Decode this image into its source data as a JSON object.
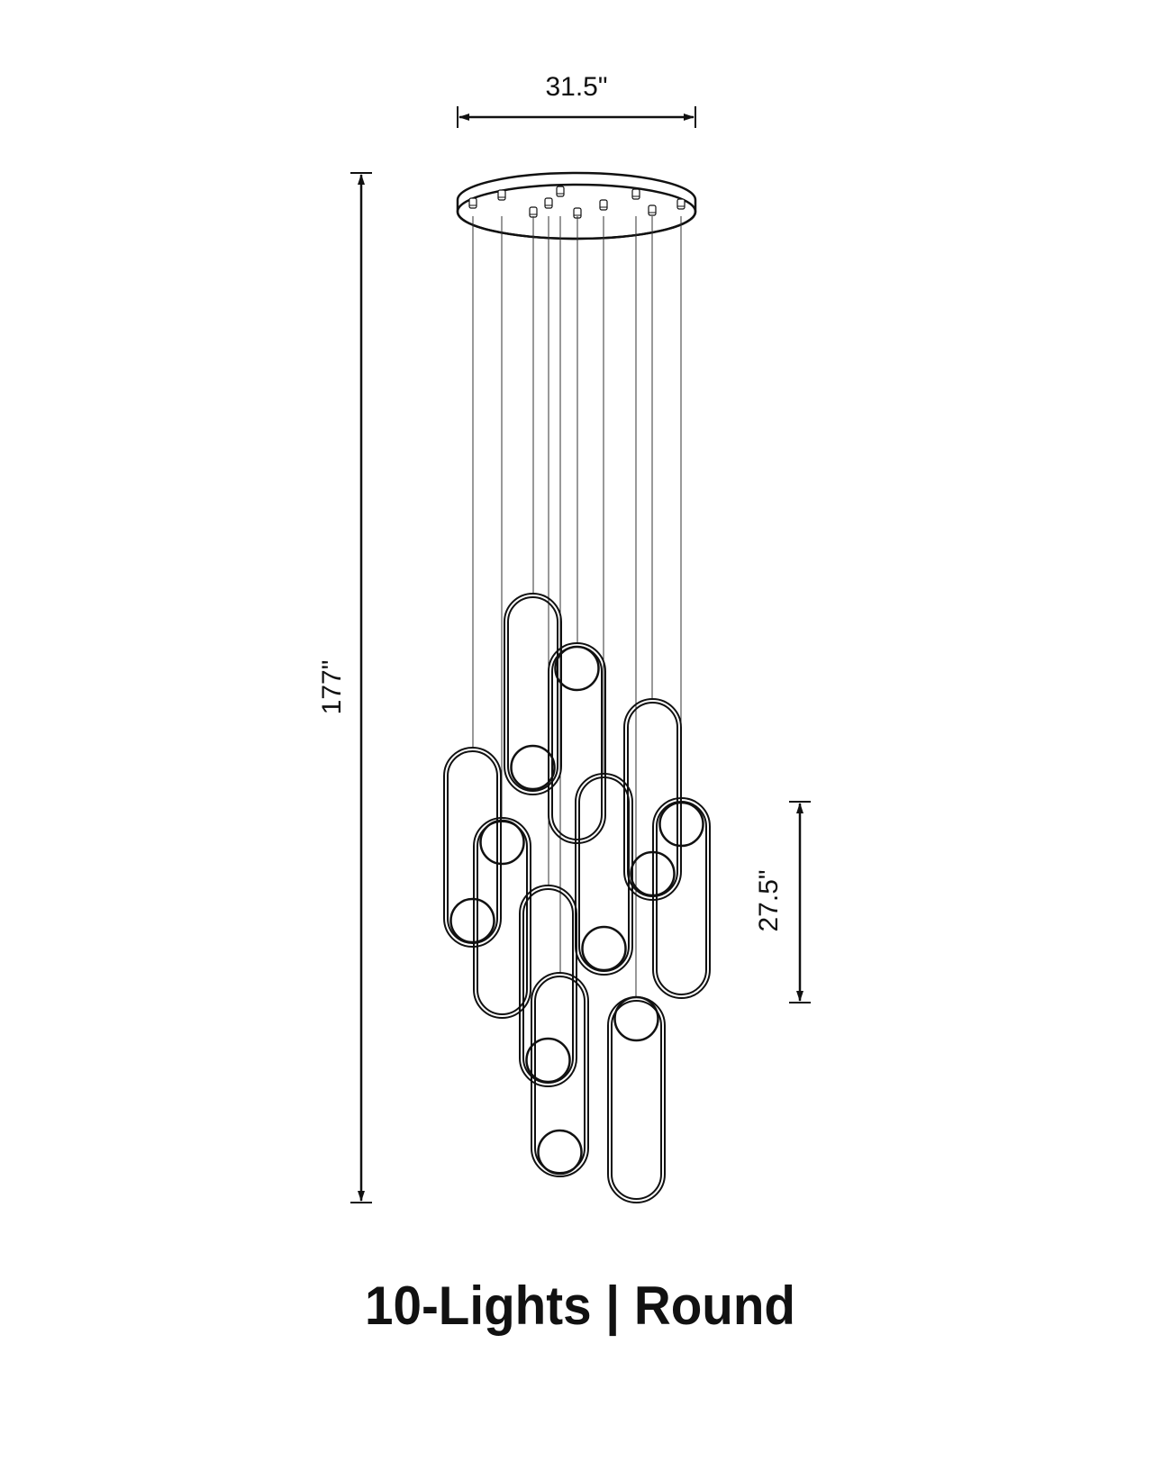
{
  "dimensions": {
    "width": "31.5\"",
    "overall_height": "177\"",
    "pendant_height": "27.5\""
  },
  "title": "10-Lights | Round",
  "pendant_count": 10,
  "colors": {
    "line": "#111111",
    "background": "#ffffff"
  }
}
